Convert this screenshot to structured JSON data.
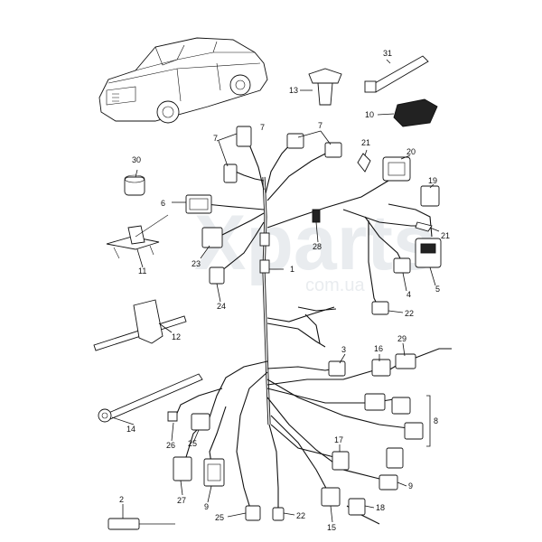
{
  "watermark": {
    "brand": "Xparts",
    "domain": "com.ua"
  },
  "colors": {
    "ink": "#111111",
    "paper": "#ffffff",
    "watermark": "#e9ecef"
  },
  "callouts": [
    "1",
    "2",
    "3",
    "4",
    "5",
    "6",
    "7",
    "7",
    "7",
    "8",
    "9",
    "9",
    "10",
    "11",
    "12",
    "13",
    "14",
    "15",
    "16",
    "17",
    "18",
    "19",
    "20",
    "21",
    "21",
    "22",
    "22",
    "23",
    "24",
    "25",
    "25",
    "26",
    "27",
    "28",
    "29",
    "30",
    "31"
  ]
}
